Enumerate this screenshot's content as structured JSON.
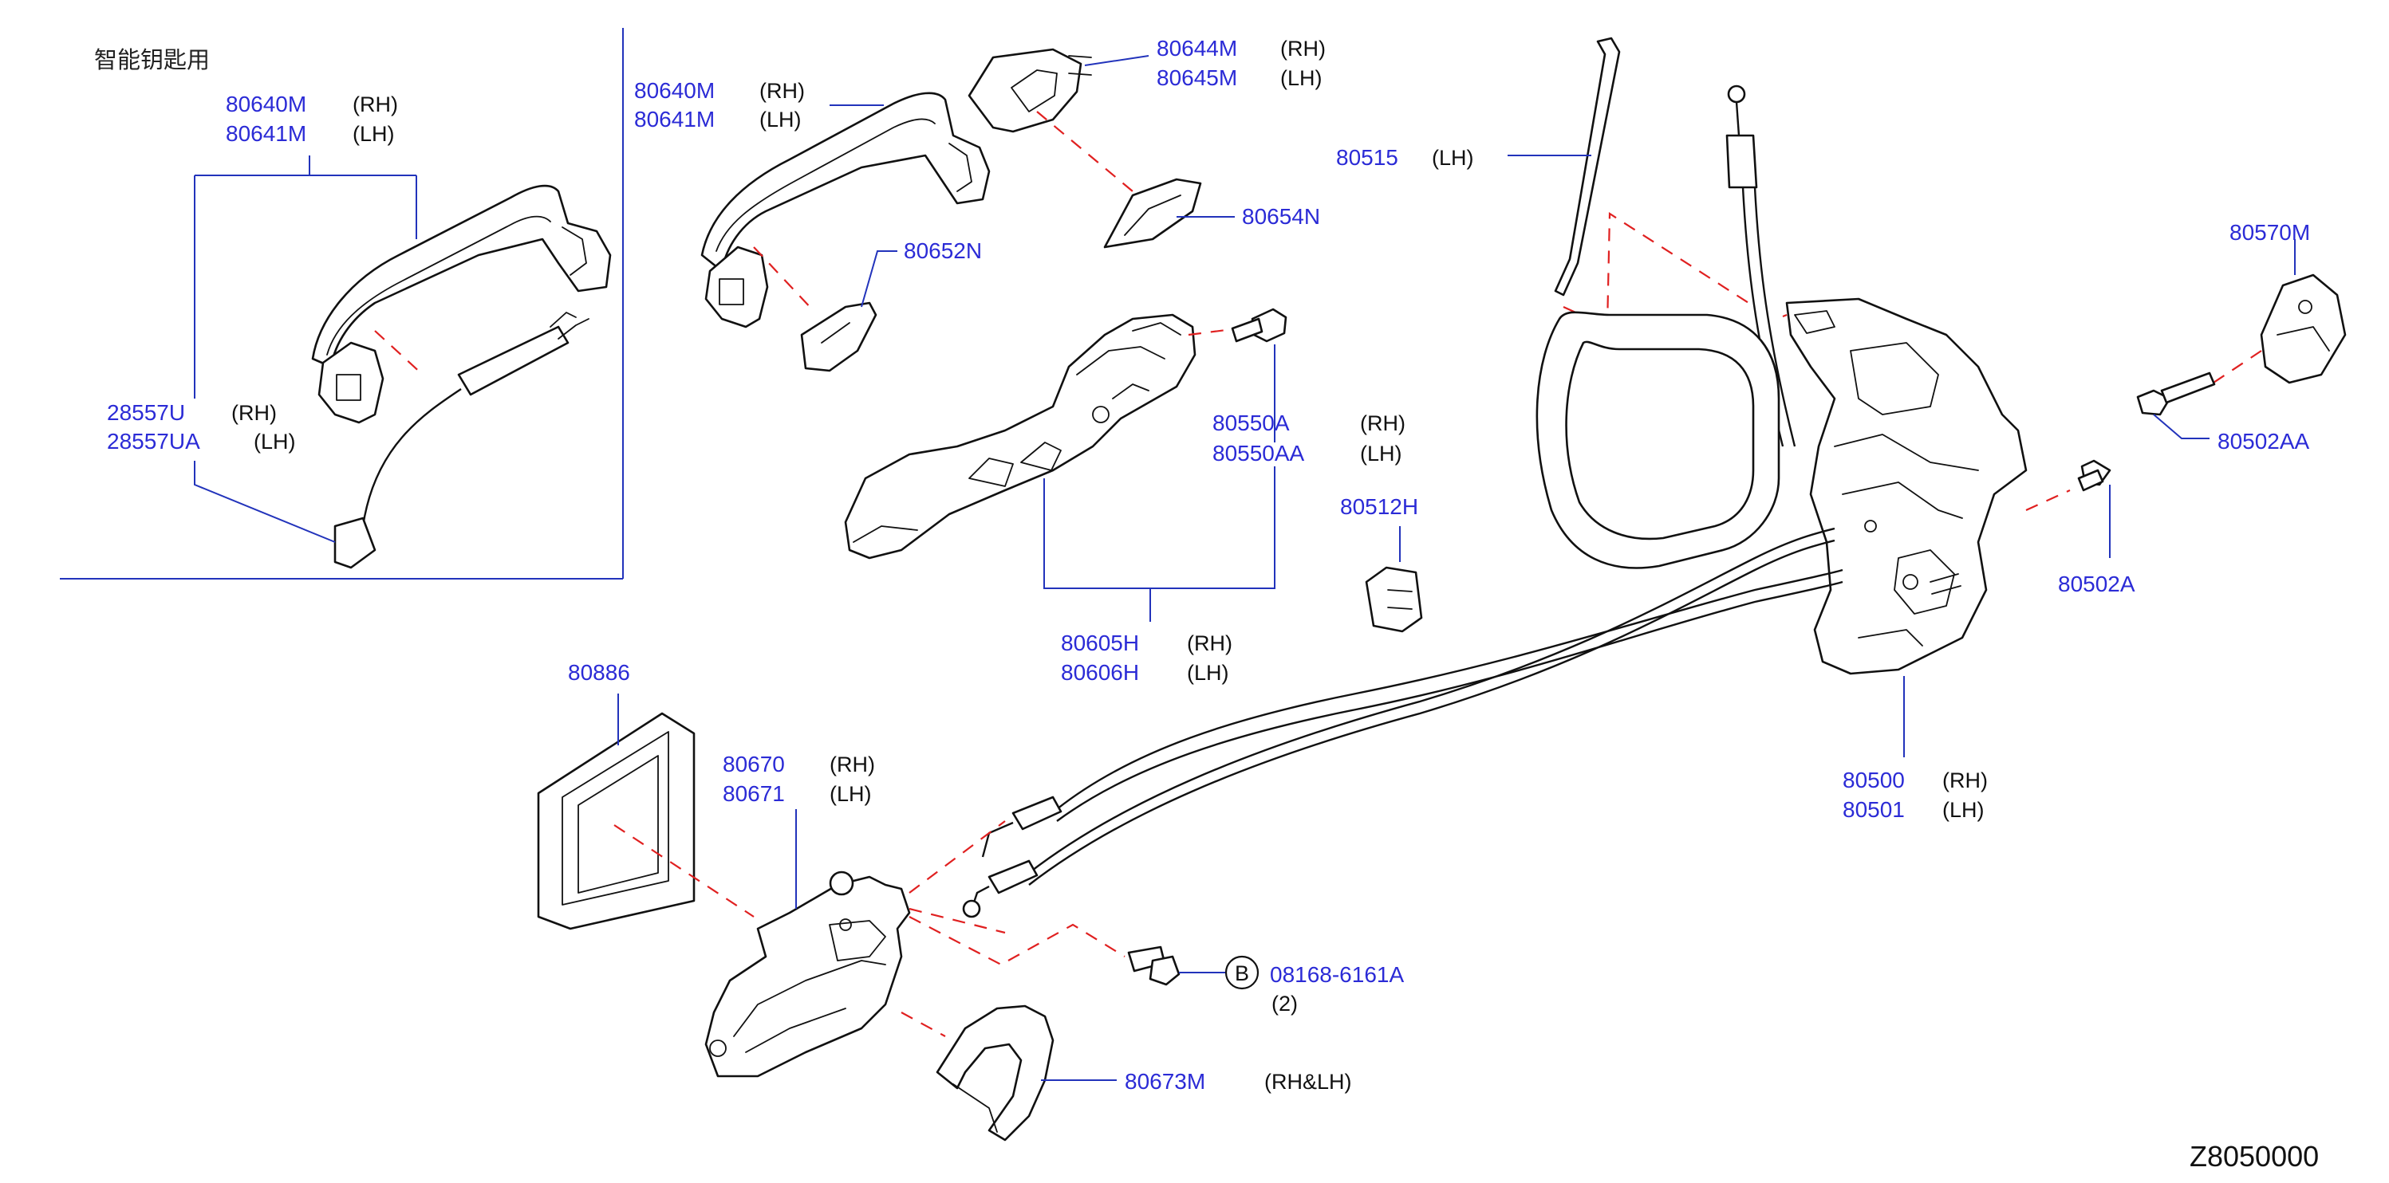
{
  "diagram": {
    "inset_title": "智能钥匙用",
    "drawing_code": "Z8050000",
    "labels": {
      "p80640M": "80640M",
      "p80640M_side": "(RH)",
      "p80641M": "80641M",
      "p80641M_side": "(LH)",
      "p28557U": "28557U",
      "p28557U_side": "(RH)",
      "p28557UA": "28557UA",
      "p28557UA_side": "(LH)",
      "q80640M": "80640M",
      "q80640M_side": "(RH)",
      "q80641M": "80641M",
      "q80641M_side": "(LH)",
      "p80644M": "80644M",
      "p80644M_side": "(RH)",
      "p80645M": "80645M",
      "p80645M_side": "(LH)",
      "p80652N": "80652N",
      "p80654N": "80654N",
      "p80515": "80515",
      "p80515_side": "(LH)",
      "p80570M": "80570M",
      "p80502AA": "80502AA",
      "p80502A": "80502A",
      "p80550A": "80550A",
      "p80550A_side": "(RH)",
      "p80550AA": "80550AA",
      "p80550AA_side": "(LH)",
      "p80512H": "80512H",
      "p80605H": "80605H",
      "p80605H_side": "(RH)",
      "p80606H": "80606H",
      "p80606H_side": "(LH)",
      "p80886": "80886",
      "p80670": "80670",
      "p80670_side": "(RH)",
      "p80671": "80671",
      "p80671_side": "(LH)",
      "p80500": "80500",
      "p80500_side": "(RH)",
      "p80501": "80501",
      "p80501_side": "(LH)",
      "bolt_marker": "B",
      "p08168": "08168-6161A",
      "p08168_qty": "(2)",
      "p80673M": "80673M",
      "p80673M_side": "(RH&LH)"
    }
  },
  "colors": {
    "part_number": "#2b2bd6",
    "leader_line": "#2233bb",
    "dashed_indicator": "#e02020",
    "outline": "#111111"
  }
}
